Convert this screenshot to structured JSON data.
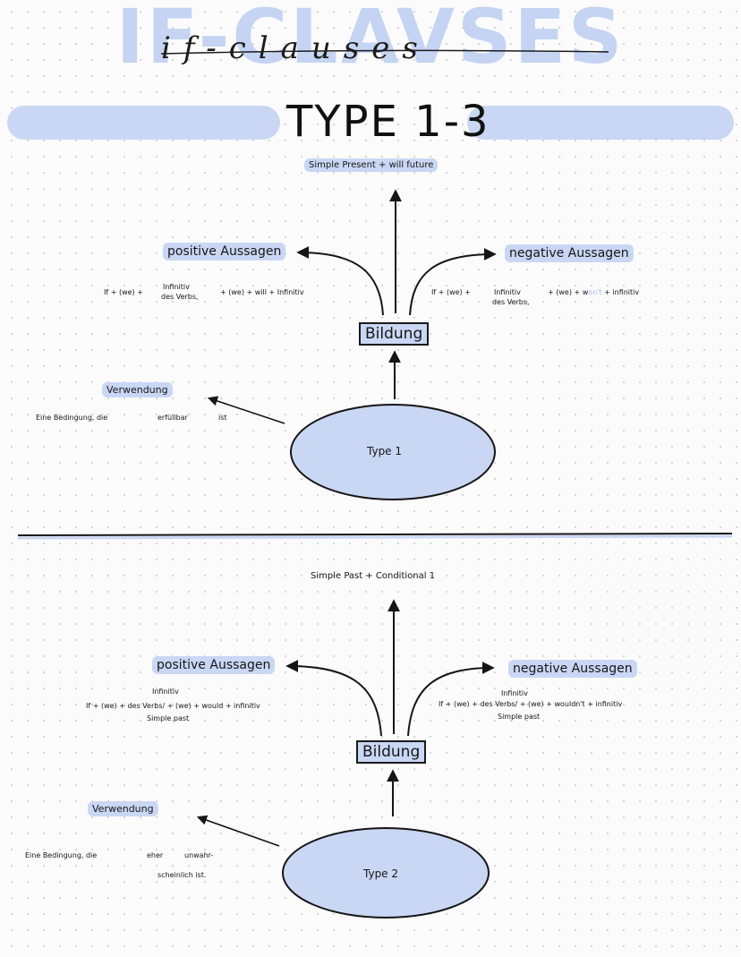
{
  "header": {
    "title_outline": "IF-CLAVSES",
    "title_script": "if-clauses",
    "subtitle": "TYPE 1-3"
  },
  "type1": {
    "top_label": "Simple Present + will future",
    "positive_label": "positive Aussagen",
    "negative_label": "negative Aussagen",
    "positive_formula": {
      "prefix": "If + (we) +",
      "middle_line1": "Infinitiv",
      "middle_line2": "des Verbs,",
      "suffix": "+ (we) + will + Infinitiv"
    },
    "negative_formula": {
      "prefix": "If + (we) +",
      "middle_line1": "Infinitiv",
      "middle_line2": "des Verbs,",
      "suffix_before": "+ (we) + w",
      "suffix_highlight": "on't",
      "suffix_after": " + infinitiv"
    },
    "center_box": "Bildung",
    "usage_label": "Verwendung",
    "usage_text_1": "Eine Bedingung, die",
    "usage_text_2": "erfüllbar",
    "usage_text_3": "ist",
    "ellipse_label": "Type 1"
  },
  "type2": {
    "top_label": "Simple Past + Conditional 1",
    "positive_label": "positive Aussagen",
    "negative_label": "negative Aussagen",
    "positive_formula": {
      "line1": "Infinitiv",
      "line2": "If + (we) + des Verbs/ + (we) + would + infinitiv",
      "line3": "Simple past"
    },
    "negative_formula": {
      "line1": "Infinitiv",
      "line2": "If + (we) + des Verbs/ + (we) + wouldn't + infinitiv",
      "line3": "Simple past"
    },
    "center_box": "Bildung",
    "usage_label": "Verwendung",
    "usage_text_1": "Eine Bedingung, die",
    "usage_text_2": "eher",
    "usage_text_3": "unwahr-",
    "usage_text_4": "scheinlich ist.",
    "ellipse_label": "Type 2"
  },
  "colors": {
    "highlight": "#c9d7f4",
    "title_light": "#c5d4f3",
    "ink": "#161616",
    "wont_highlight": "#9fb8ea"
  }
}
